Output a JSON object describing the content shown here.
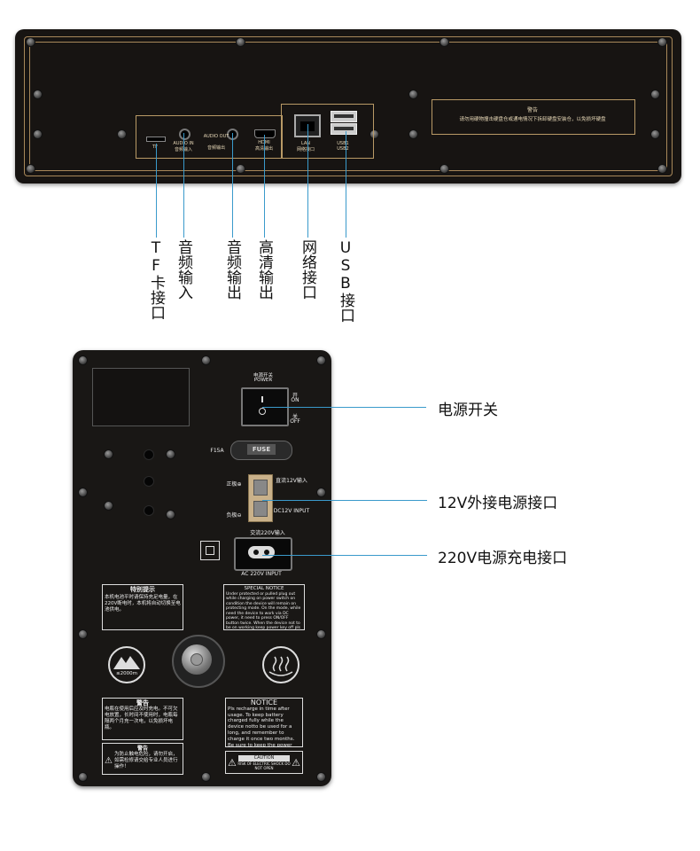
{
  "top_panel": {
    "ports": {
      "tf": "TF",
      "audio_in": "AUDIO IN",
      "audio_in_cn": "音频输入",
      "audio_out": "AUDIO OUT",
      "audio_out_cn": "音频输出",
      "hdmi": "HDMI",
      "hdmi_cn": "高清输出",
      "lan": "LAN",
      "lan_cn": "网络接口",
      "usb1": "USB1",
      "usb2": "USB2"
    },
    "warning_title": "警告",
    "warning_text": "请勿用硬物撞击硬盘仓或通电情况下拆卸硬盘安装仓，以免损坏硬盘"
  },
  "top_labels": [
    "TF卡接口",
    "音频输入",
    "音频输出",
    "高清输出",
    "网络接口",
    "USB接口"
  ],
  "bottom_panel": {
    "power_switch_cn": "电源开关",
    "power_switch_en": "POWER",
    "on_cn": "开",
    "on_en": "ON",
    "off_cn": "关",
    "off_en": "OFF",
    "fuse_rating": "F15A",
    "fuse_label": "FUSE",
    "positive": "正极⊕",
    "negative": "负极⊖",
    "dc_cn": "直流12V输入",
    "dc_en": "DC12V INPUT",
    "ac_cn": "交流220V输入",
    "ac_en": "AC 220V INPUT",
    "special_cn_title": "特别提示",
    "special_cn_text": "本机电池平时请保持充足电量，在220V断电时，本机将自动切换至电池供电。",
    "special_en_title": "SPECIAL NOTICE",
    "special_en_text": "Under protected or pulled plug out while charging on power switch on condition the device will remain on protecting mode. On the mode, while need the device to work via DC power, it need to press ON/OFF button twice. When the device not to be on working keep power key off pls",
    "altitude": "≤2000m",
    "warning_cn_title": "警告",
    "warning_cn_text": "电瓶在使用后应及时充电。不可欠电放置，长时间不使用时，电瓶每隔两个月充一次电，以免损坏电瓶。",
    "warning_cn2_title": "警告",
    "warning_cn2_text": "为防止触电危险，请勿开启，如需检修请交给专业人员进行操作！",
    "notice_title": "NOTICE",
    "notice_text": "Pls recharge in time after usage. To keep battery charged fully while the device notto be used for a long, and remember to charge it once two months. Be sure to keep the power key under OFF position",
    "caution_title": "CAUTION",
    "caution_text": "RISK OF ELECTRIC SHOCK DO NOT OPEN"
  },
  "callouts": {
    "power_switch": "电源开关",
    "dc_input": "12V外接电源接口",
    "ac_input": "220V电源充电接口"
  }
}
